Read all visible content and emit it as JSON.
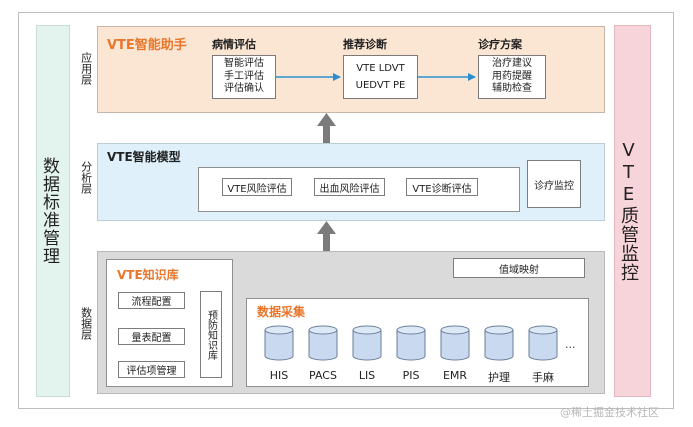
{
  "left_panel": {
    "label": "数据标准管理"
  },
  "right_panel": {
    "label": "VTE质管监控"
  },
  "layers": {
    "app": "应用层",
    "analysis": "分析层",
    "data": "数据层"
  },
  "app_layer": {
    "title": "VTE智能助手",
    "col1_head": "病情评估",
    "col1_items": [
      "智能评估",
      "手工评估",
      "评估确认"
    ],
    "col2_head": "推荐诊断",
    "col2_line1": "VTE  LDVT",
    "col2_line2": "UEDVT  PE",
    "col3_head": "诊疗方案",
    "col3_items": [
      "治疗建议",
      "用药提醒",
      "辅助检查"
    ]
  },
  "model_layer": {
    "title": "VTE智能模型",
    "steps": [
      "VTE风险评估",
      "出血风险评估",
      "VTE诊断评估"
    ],
    "monitor": "诊疗监控"
  },
  "knowledge": {
    "title": "VTE知识库",
    "items": [
      "流程配置",
      "量表配置",
      "评估项管理"
    ],
    "side": "预防知识库"
  },
  "value_mapping": "值域映射",
  "collection": {
    "title": "数据采集",
    "sources": [
      "HIS",
      "PACS",
      "LIS",
      "PIS",
      "EMR",
      "护理",
      "手麻"
    ],
    "more": "..."
  },
  "watermark": "@稀土掘金技术社区",
  "colors": {
    "orange": "#e8762b",
    "app_bg": "#fbe6d4",
    "model_bg": "#dff0fb",
    "data_bg": "#dadada",
    "left_bg": "#e3f3ee",
    "right_bg": "#f7d3da",
    "arrow_blue": "#2a8fd0",
    "arrow_gray": "#7b7b7b"
  }
}
